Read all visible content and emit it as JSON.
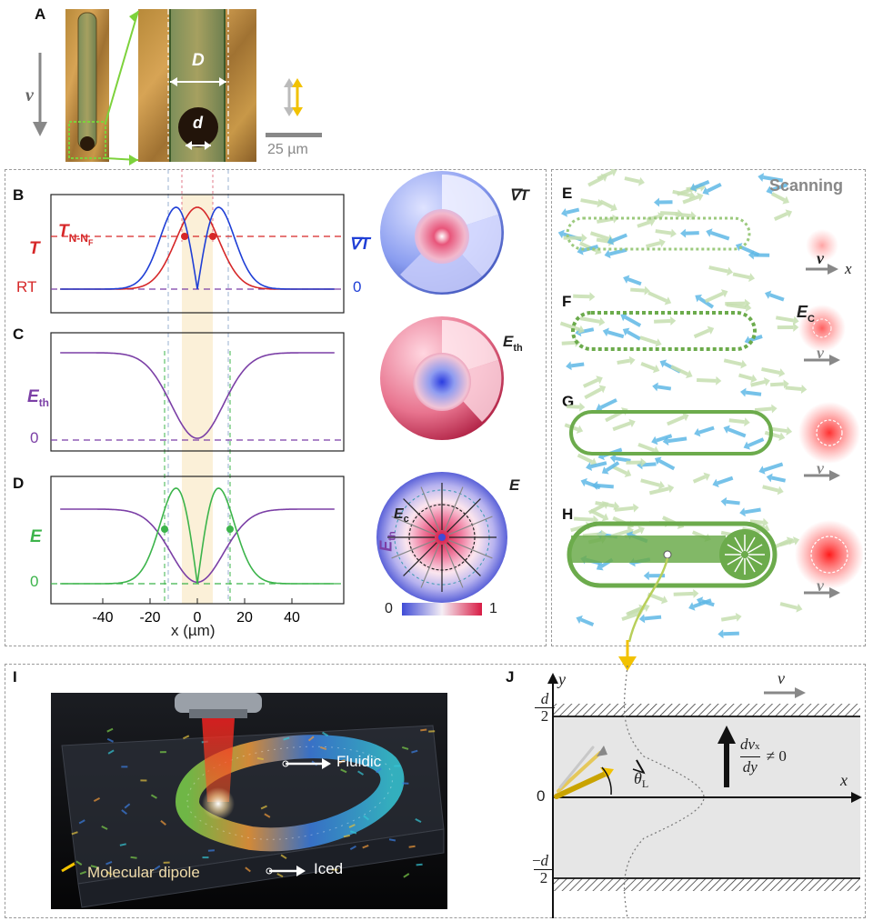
{
  "panels": {
    "a": {
      "letter": "A",
      "velocity_label": "v",
      "D_label": "D",
      "d_label": "d",
      "scale_label": "25 µm"
    },
    "b": {
      "letter": "B",
      "y_left": "T",
      "y_right": "∇T",
      "rt_label": "RT",
      "zero_label": "0",
      "transition_label": "T",
      "transition_sub": "N-N",
      "transition_subsub": "F",
      "sphere_label": "∇T"
    },
    "c": {
      "letter": "C",
      "y_label": "E",
      "y_sub": "th",
      "zero_label": "0",
      "sphere_label": "E",
      "sphere_sub": "th"
    },
    "d": {
      "letter": "D",
      "y_label": "E",
      "zero_label": "0",
      "xlabel": "x (µm)",
      "xticks": [
        "-40",
        "-20",
        "0",
        "20",
        "40"
      ],
      "sphere_label": "E",
      "ec_label": "E",
      "ec_sub": "c",
      "eth_label": "E",
      "eth_sub": "th",
      "colorbar_min": "0",
      "colorbar_max": "1"
    },
    "e": {
      "letter": "E",
      "title": "Scanning",
      "v_label": "v",
      "x_label": "x"
    },
    "f": {
      "letter": "F",
      "ec_label": "E",
      "ec_sub": "C",
      "v_label": "v"
    },
    "g": {
      "letter": "G",
      "v_label": "v"
    },
    "h": {
      "letter": "H",
      "v_label": "v"
    },
    "i": {
      "letter": "I",
      "fluidic": "Fluidic",
      "iced": "Iced",
      "legend": "Molecular dipole"
    },
    "j": {
      "letter": "J",
      "y_label": "y",
      "x_label": "x",
      "v_label": "v",
      "d_top_num": "d",
      "d_top_den": "2",
      "d_bot_num": "d",
      "d_bot_den": "2",
      "zero": "0",
      "theta": "θ",
      "theta_sub": "L",
      "eq_num": "dv",
      "eq_num_sub": "x",
      "eq_den": "dy",
      "eq_rel": "≠ 0"
    }
  },
  "colors": {
    "temperature": "#d62728",
    "gradient": "#1f3fd6",
    "eth": "#7b3fa6",
    "e_field": "#3cb44b",
    "green_dark": "#5aa03a",
    "blue_arrow": "#3ea5e0",
    "gold": "#f2c200"
  }
}
